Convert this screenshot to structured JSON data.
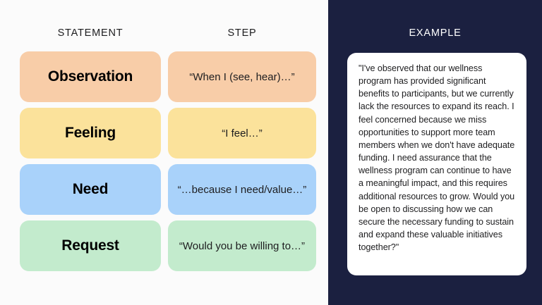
{
  "colors": {
    "background": "#fbfbfb",
    "panel_dark": "#1b2040",
    "card_white": "#ffffff",
    "row_observation": "#f8cda8",
    "row_feeling": "#fbe29b",
    "row_need": "#a9d2fa",
    "row_request": "#c3ebcd",
    "text_dark": "#1d1d1f",
    "text_light": "#ffffff"
  },
  "left": {
    "headers": {
      "statement": "STATEMENT",
      "step": "STEP"
    },
    "rows": [
      {
        "statement": "Observation",
        "step": "“When I (see, hear)…”",
        "color": "#f8cda8"
      },
      {
        "statement": "Feeling",
        "step": "“I feel…”",
        "color": "#fbe29b"
      },
      {
        "statement": "Need",
        "step": "“…because I need/value…”",
        "color": "#a9d2fa"
      },
      {
        "statement": "Request",
        "step": "“Would you be willing to…”",
        "color": "#c3ebcd"
      }
    ]
  },
  "right": {
    "header": "EXAMPLE",
    "example_text": "\"I've observed that our wellness program has provided significant benefits to participants, but we currently lack the resources to expand its reach. I feel concerned because we miss opportunities to support more team members when we don't have adequate funding. I need assurance that the wellness program can continue to have a meaningful impact, and this requires additional resources to grow. Would you be open to discussing how we can secure the necessary funding to sustain and expand these valuable initiatives together?\""
  }
}
